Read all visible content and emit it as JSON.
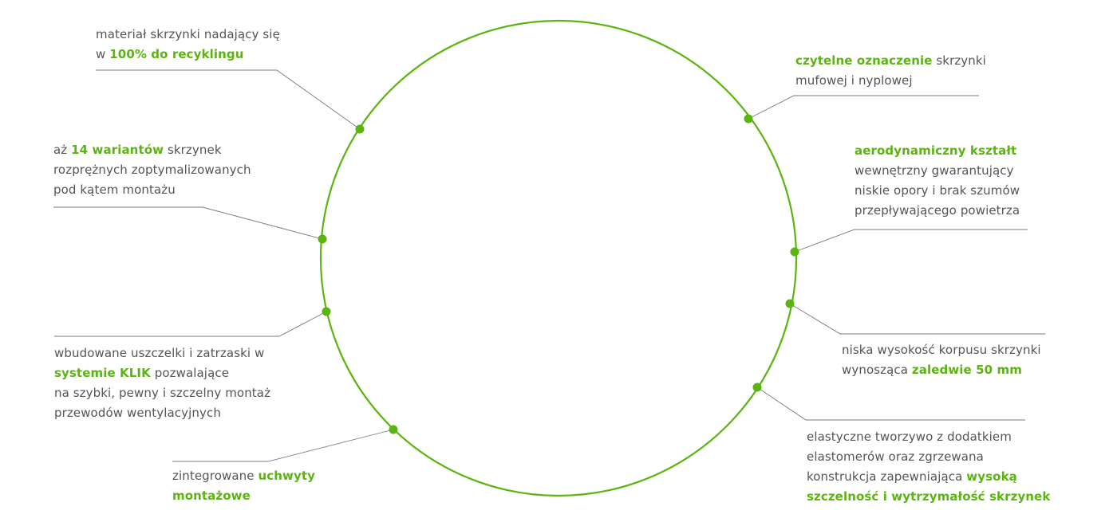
{
  "colors": {
    "accent": "#5bb40f",
    "text": "#555555",
    "connector": "#7a7a7a"
  },
  "callouts": [
    {
      "id": "recycling",
      "lines": [
        [
          {
            "t": "materiał skrzynki nadający się",
            "hl": false
          }
        ],
        [
          {
            "t": "w ",
            "hl": false
          },
          {
            "t": "100% do recyklingu",
            "hl": true
          }
        ]
      ]
    },
    {
      "id": "variants",
      "lines": [
        [
          {
            "t": "aż ",
            "hl": false
          },
          {
            "t": "14 wariantów",
            "hl": true
          },
          {
            "t": " skrzynek",
            "hl": false
          }
        ],
        [
          {
            "t": "rozprężnych  zoptymalizowanych",
            "hl": false
          }
        ],
        [
          {
            "t": "pod kątem montażu",
            "hl": false
          }
        ]
      ]
    },
    {
      "id": "klik-system",
      "lines": [
        [
          {
            "t": "wbudowane uszczelki i zatrzaski w",
            "hl": false
          }
        ],
        [
          {
            "t": "systemie KLIK",
            "hl": true
          },
          {
            "t": " pozwalające",
            "hl": false
          }
        ],
        [
          {
            "t": "na szybki, pewny i szczelny montaż",
            "hl": false
          }
        ],
        [
          {
            "t": "przewodów wentylacyjnych",
            "hl": false
          }
        ]
      ]
    },
    {
      "id": "handles",
      "lines": [
        [
          {
            "t": "zintegrowane ",
            "hl": false
          },
          {
            "t": "uchwyty",
            "hl": true
          }
        ],
        [
          {
            "t": "montażowe",
            "hl": true
          }
        ]
      ]
    },
    {
      "id": "labeling",
      "lines": [
        [
          {
            "t": "czytelne oznaczenie",
            "hl": true
          },
          {
            "t": " skrzynki",
            "hl": false
          }
        ],
        [
          {
            "t": "mufowej i nyplowej",
            "hl": false
          }
        ]
      ]
    },
    {
      "id": "aerodynamic",
      "lines": [
        [
          {
            "t": "aerodynamiczny kształt",
            "hl": true
          }
        ],
        [
          {
            "t": "wewnętrzny gwarantujący",
            "hl": false
          }
        ],
        [
          {
            "t": "niskie opory i brak szumów",
            "hl": false
          }
        ],
        [
          {
            "t": "przepływającego powietrza",
            "hl": false
          }
        ]
      ]
    },
    {
      "id": "low-height",
      "lines": [
        [
          {
            "t": "niska wysokość korpusu skrzynki",
            "hl": false
          }
        ],
        [
          {
            "t": "wynosząca ",
            "hl": false
          },
          {
            "t": "zaledwie 50 mm",
            "hl": true
          }
        ]
      ]
    },
    {
      "id": "elastic-material",
      "lines": [
        [
          {
            "t": "elastyczne tworzywo z dodatkiem",
            "hl": false
          }
        ],
        [
          {
            "t": "elastomerów oraz zgrzewana",
            "hl": false
          }
        ],
        [
          {
            "t": "konstrukcja zapewniająca ",
            "hl": false
          },
          {
            "t": "wysoką",
            "hl": true
          }
        ],
        [
          {
            "t": "szczelność i wytrzymałość skrzynek",
            "hl": true
          }
        ]
      ]
    }
  ]
}
